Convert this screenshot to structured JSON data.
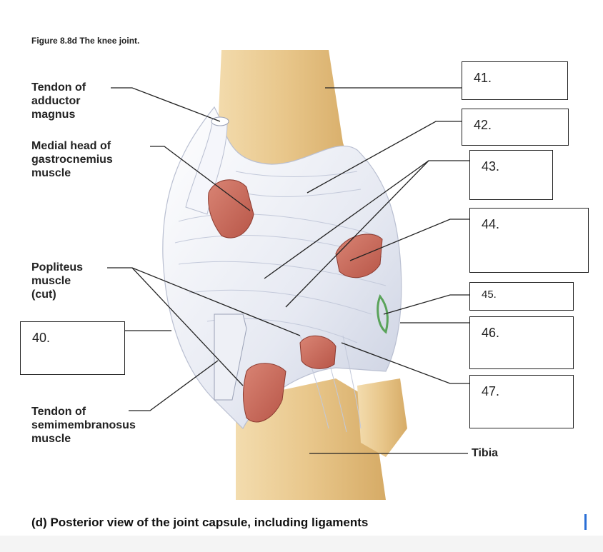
{
  "figure_title": "Figure 8.8d  The knee joint.",
  "labels": {
    "adductor": "Tendon of\nadductor\nmagnus",
    "gastro": "Medial head of\ngastrocnemius\nmuscle",
    "popliteus": "Popliteus\nmuscle\n(cut)",
    "semimem": "Tendon of\nsemimembranosus\nmuscle",
    "tibia": "Tibia"
  },
  "boxes": {
    "b40": "40.",
    "b41": "41.",
    "b42": "42.",
    "b43": "43.",
    "b44": "44.",
    "b45": "45.",
    "b46": "46.",
    "b47": "47."
  },
  "caption": {
    "letter": "(d)",
    "text": "Posterior view of the joint capsule, including ligaments"
  },
  "colors": {
    "bone": "#e9c98f",
    "ligament": "#eef0f6",
    "muscle": "#c8675a"
  }
}
